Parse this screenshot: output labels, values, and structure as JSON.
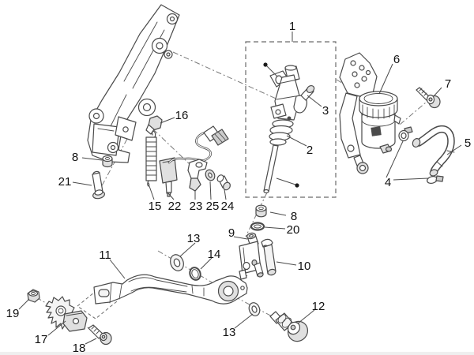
{
  "colors": {
    "line": "#4a4a4a",
    "label": "#111111",
    "background": "#ffffff",
    "shade": "#e0e0e0",
    "dash": "#7a7a7a"
  },
  "callouts": [
    {
      "id": "1",
      "label": "1"
    },
    {
      "id": "2",
      "label": "2"
    },
    {
      "id": "3",
      "label": "3"
    },
    {
      "id": "4",
      "label": "4"
    },
    {
      "id": "5",
      "label": "5"
    },
    {
      "id": "6",
      "label": "6"
    },
    {
      "id": "7",
      "label": "7"
    },
    {
      "id": "8-left",
      "label": "8"
    },
    {
      "id": "8-center",
      "label": "8"
    },
    {
      "id": "9",
      "label": "9"
    },
    {
      "id": "10",
      "label": "10"
    },
    {
      "id": "11",
      "label": "11"
    },
    {
      "id": "12",
      "label": "12"
    },
    {
      "id": "13-upper",
      "label": "13"
    },
    {
      "id": "13-lower",
      "label": "13"
    },
    {
      "id": "14",
      "label": "14"
    },
    {
      "id": "15",
      "label": "15"
    },
    {
      "id": "16",
      "label": "16"
    },
    {
      "id": "17",
      "label": "17"
    },
    {
      "id": "18",
      "label": "18"
    },
    {
      "id": "19",
      "label": "19"
    },
    {
      "id": "20",
      "label": "20"
    },
    {
      "id": "21",
      "label": "21"
    },
    {
      "id": "22",
      "label": "22"
    },
    {
      "id": "23",
      "label": "23"
    },
    {
      "id": "24",
      "label": "24"
    },
    {
      "id": "25",
      "label": "25"
    }
  ]
}
